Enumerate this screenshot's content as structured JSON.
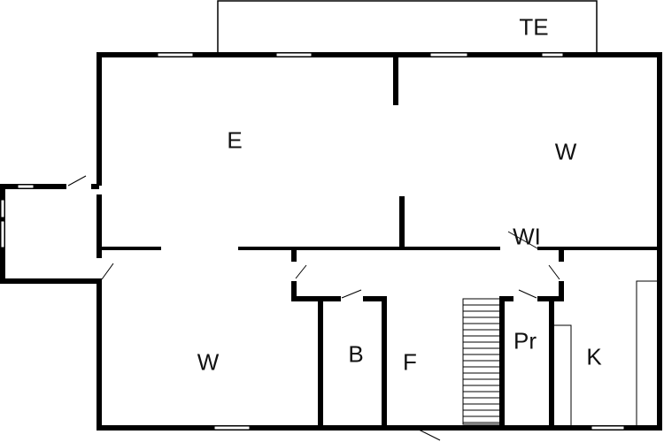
{
  "floorplan": {
    "rooms": [
      {
        "id": "terrace",
        "label": "TE"
      },
      {
        "id": "room-e",
        "label": "E"
      },
      {
        "id": "room-w-upper",
        "label": "W"
      },
      {
        "id": "room-wi",
        "label": "WI"
      },
      {
        "id": "room-w-lower",
        "label": "W"
      },
      {
        "id": "room-b",
        "label": "B"
      },
      {
        "id": "room-f",
        "label": "F"
      },
      {
        "id": "room-pr",
        "label": "Pr"
      },
      {
        "id": "room-k",
        "label": "K"
      }
    ],
    "wall_color": "#000000",
    "background": "#ffffff"
  }
}
